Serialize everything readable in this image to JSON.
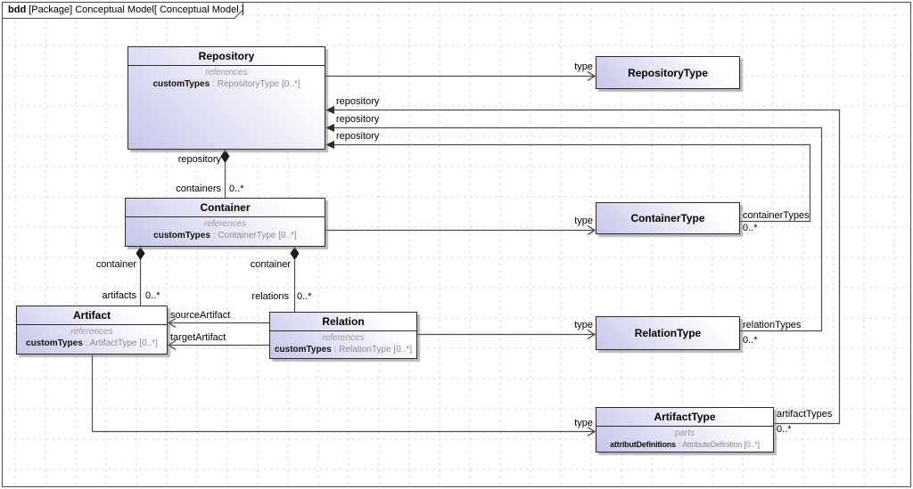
{
  "diagram": {
    "tab": {
      "keyword": "bdd",
      "rest": " [Package] Conceptual Model[ Conceptual Model ]"
    },
    "colors": {
      "box_gradient_start": "#c6c6eb",
      "box_gradient_end": "#ffffff",
      "box_border": "#2b2b2b",
      "box_shadow": "#7d7d7d",
      "connector": "#4d4d4d",
      "muted_text": "#9a9aa0",
      "grid_dot": "#dcdce1"
    }
  },
  "classes": {
    "repository": {
      "title": "Repository",
      "stereotype": "references",
      "attrs": [
        {
          "name": "customTypes",
          "rest": ": RepositoryType [0..*]"
        }
      ]
    },
    "repositoryType": {
      "title": "RepositoryType"
    },
    "container": {
      "title": "Container",
      "stereotype": "references",
      "attrs": [
        {
          "name": "customTypes",
          "rest": ": ContainerType [0..*]"
        }
      ]
    },
    "containerType": {
      "title": "ContainerType"
    },
    "artifact": {
      "title": "Artifact",
      "stereotype": "references",
      "attrs": [
        {
          "name": "customTypes",
          "rest": ": ArtifactType [0..*]"
        }
      ]
    },
    "relation": {
      "title": "Relation",
      "stereotype": "references",
      "attrs": [
        {
          "name": "customTypes",
          "rest": ": RelationType [0..*]"
        }
      ]
    },
    "relationType": {
      "title": "RelationType"
    },
    "artifactType": {
      "title": "ArtifactType",
      "stereotype": "parts",
      "attrs": [
        {
          "name": "attributDefinitions",
          "rest": ": AttributeDefinition [0..*]"
        }
      ]
    }
  },
  "edges": {
    "repositoryToRepositoryType": {
      "label": "type"
    },
    "containerToContainerType": {
      "label": "type"
    },
    "relationToRelationType": {
      "label": "type"
    },
    "artifactToArtifactType": {
      "label": "type"
    },
    "repositoryContainers": {
      "sourceRole": "repository",
      "targetRole": "containers",
      "multiplicity": "0..*"
    },
    "containerArtifacts": {
      "sourceRole": "container",
      "targetRole": "artifacts",
      "multiplicity": "0..*"
    },
    "containerRelations": {
      "sourceRole": "container",
      "targetRole": "relations",
      "multiplicity": "0..*"
    },
    "relationSourceArtifact": {
      "label": "sourceArtifact"
    },
    "relationTargetArtifact": {
      "label": "targetArtifact"
    },
    "repositoryContainerTypes": {
      "sourceRole": "repository",
      "targetRole": "containerTypes",
      "multiplicity": "0..*"
    },
    "repositoryRelationTypes": {
      "sourceRole": "repository",
      "targetRole": "relationTypes",
      "multiplicity": "0..*"
    },
    "repositoryArtifactTypes": {
      "sourceRole": "repository",
      "targetRole": "artifactTypes",
      "multiplicity": "0..*"
    }
  }
}
